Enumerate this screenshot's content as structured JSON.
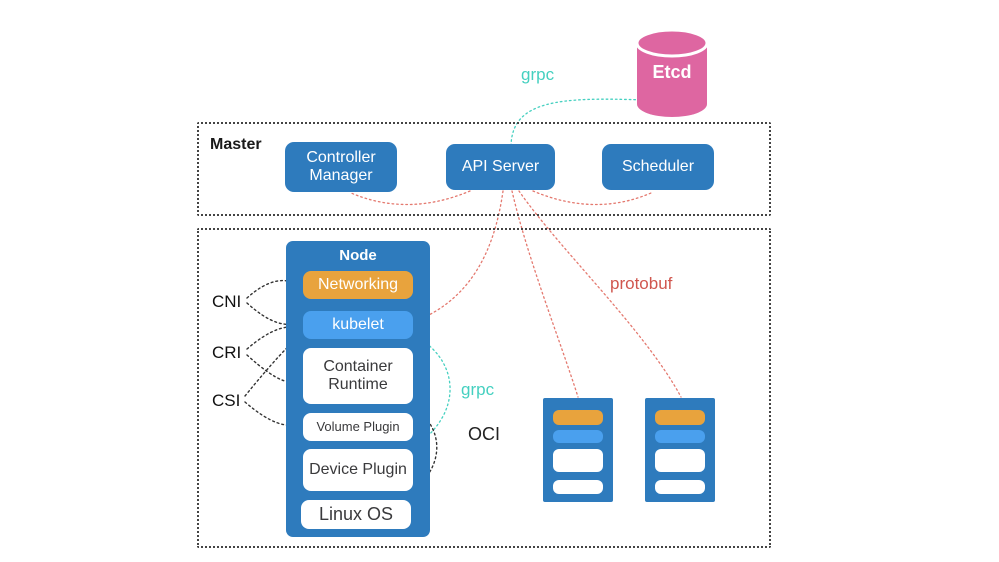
{
  "colors": {
    "blue": "#2e7bbd",
    "light_blue": "#4aa0ee",
    "orange": "#e8a33d",
    "pink": "#de66a1",
    "teal": "#45d0c0",
    "red": "#d0564e",
    "red_line": "#e4796f"
  },
  "etcd": {
    "label": "Etcd"
  },
  "master": {
    "title": "Master",
    "components": [
      {
        "label": "Controller Manager"
      },
      {
        "label": "API Server"
      },
      {
        "label": "Scheduler"
      }
    ]
  },
  "node": {
    "title": "Node",
    "components": [
      {
        "label": "Networking"
      },
      {
        "label": "kubelet"
      },
      {
        "label": "Container Runtime"
      },
      {
        "label": "Volume Plugin"
      },
      {
        "label": "Device Plugin"
      },
      {
        "label": "Linux OS"
      }
    ]
  },
  "interfaces": [
    {
      "label": "CNI"
    },
    {
      "label": "CRI"
    },
    {
      "label": "CSI"
    }
  ],
  "annotations": {
    "grpc_top": "grpc",
    "grpc_node": "grpc",
    "oci": "OCI",
    "protobuf": "protobuf"
  },
  "worker_nodes": {
    "count": 2
  }
}
